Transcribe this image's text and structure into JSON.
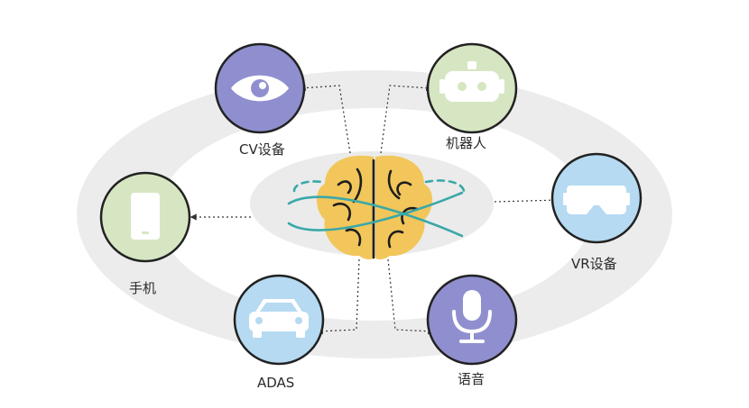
{
  "nodes": [
    {
      "id": "cv",
      "label": "CV设备",
      "icon": "eye-icon",
      "color": "#8f8fd0"
    },
    {
      "id": "robot",
      "label": "机器人",
      "icon": "robot-icon",
      "color": "#d6e6c2"
    },
    {
      "id": "phone",
      "label": "手机",
      "icon": "phone-icon",
      "color": "#d6e6c2"
    },
    {
      "id": "vr",
      "label": "VR设备",
      "icon": "vr-headset-icon",
      "color": "#b5daf2"
    },
    {
      "id": "adas",
      "label": "ADAS",
      "icon": "car-icon",
      "color": "#b5daf2"
    },
    {
      "id": "voice",
      "label": "语音",
      "icon": "microphone-icon",
      "color": "#8f8fd0"
    }
  ],
  "center": {
    "icon": "brain-icon",
    "color": "#f2c65a"
  }
}
